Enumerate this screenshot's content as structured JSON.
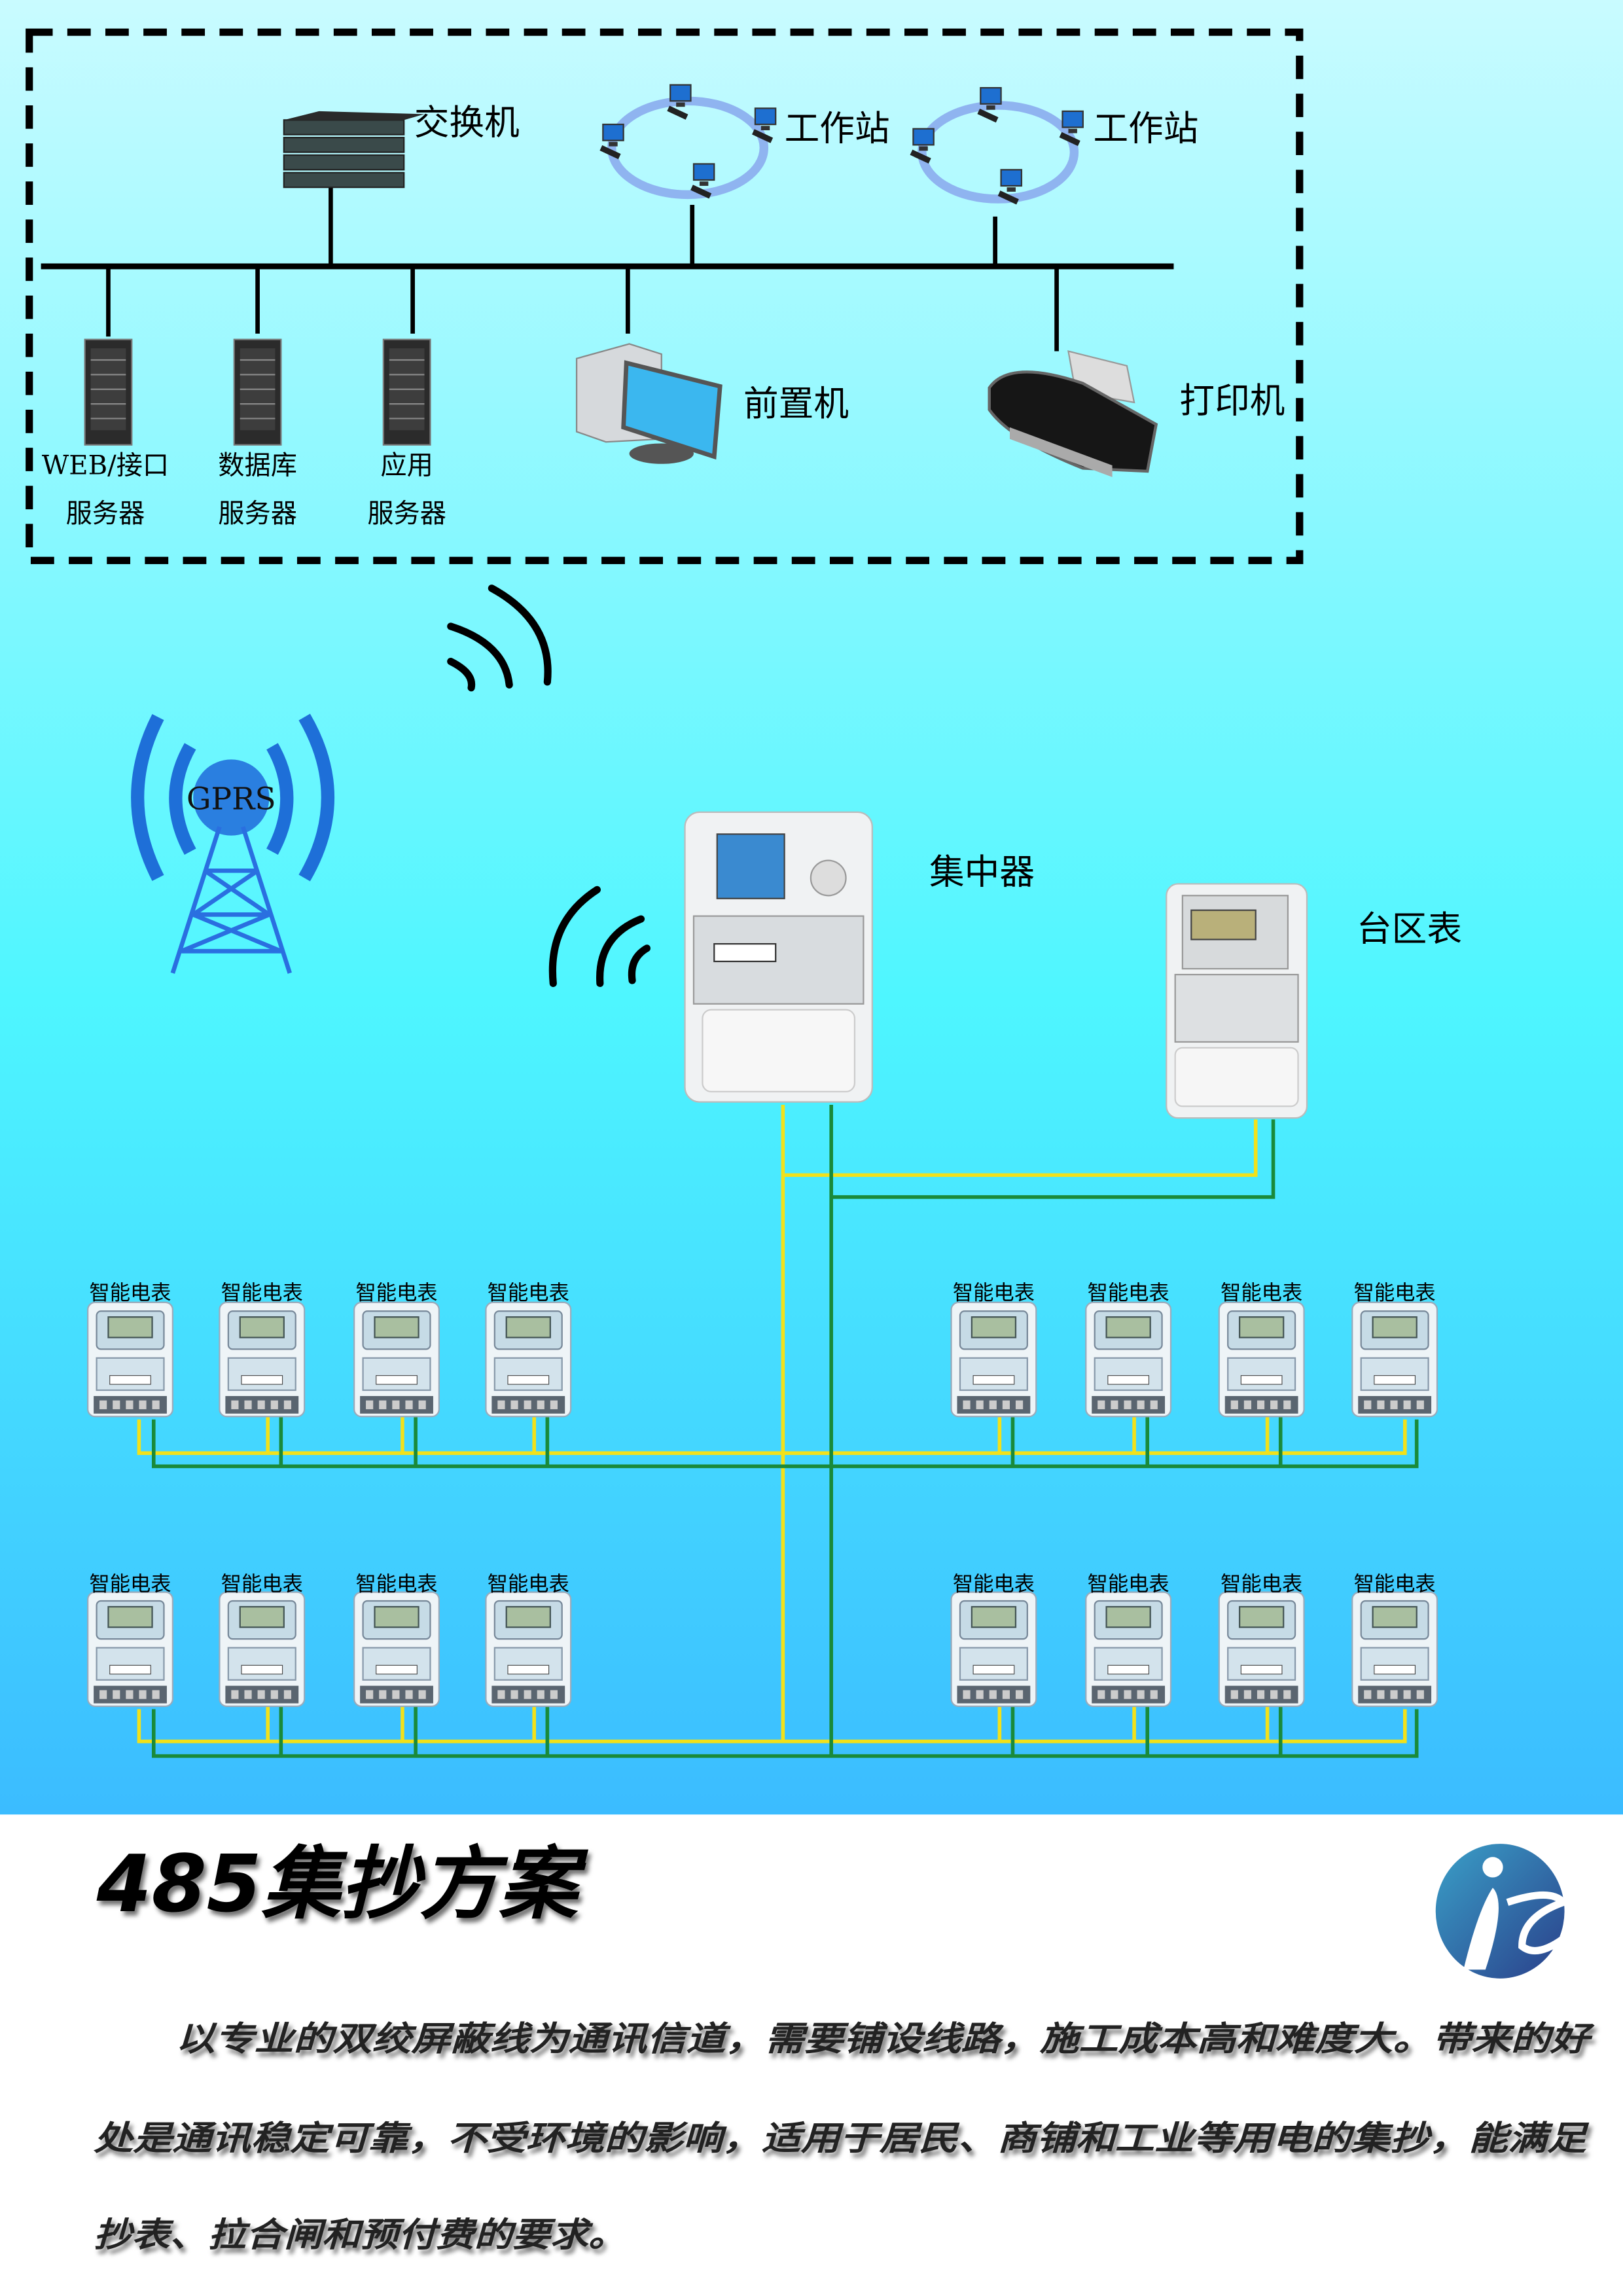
{
  "network": {
    "switch_label": "交换机",
    "workstation_labels": [
      "工作站",
      "工作站"
    ],
    "servers": [
      {
        "line1": "WEB/接口",
        "line2": "服务器"
      },
      {
        "line1": "数据库",
        "line2": "服务器"
      },
      {
        "line1": "应用",
        "line2": "服务器"
      }
    ],
    "front_machine_label": "前置机",
    "printer_label": "打印机"
  },
  "gprs_label": "GPRS",
  "concentrator_label": "集中器",
  "area_meter_label": "台区表",
  "smart_meter_label": "智能电表",
  "meter_groups": [
    {
      "row": 1,
      "side": "left",
      "count": 4
    },
    {
      "row": 1,
      "side": "right",
      "count": 4
    },
    {
      "row": 2,
      "side": "left",
      "count": 4
    },
    {
      "row": 2,
      "side": "right",
      "count": 4
    }
  ],
  "colors": {
    "wire_a": "#f2e11a",
    "wire_b": "#1a8a3a",
    "bg_top": "#c9fbff",
    "bg_mid": "#4ef6ff",
    "bg_bottom": "#3bbcff"
  },
  "footer": {
    "title": "485集抄方案",
    "paragraph_lines": [
      "以专业的双绞屏蔽线为通讯信道，需要铺设线路，施工成本高和难度大。带来的好",
      "处是通讯稳定可靠，不受环境的影响，适用于居民、商铺和工业等用电的集抄，能满足",
      "抄表、拉合闸和预付费的要求。"
    ]
  }
}
